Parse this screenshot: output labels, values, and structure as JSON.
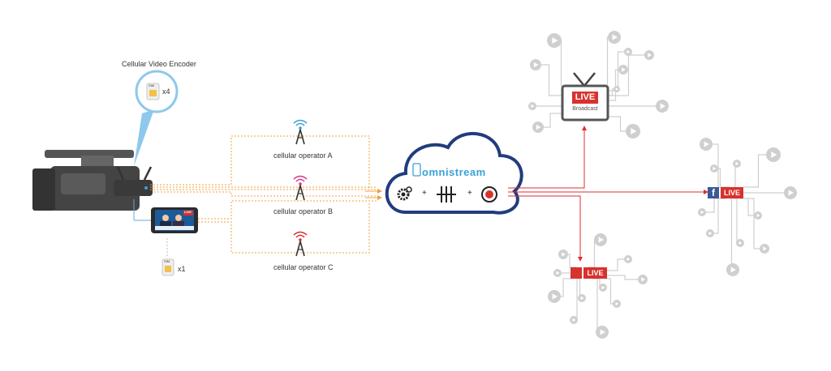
{
  "encoder": {
    "label": "Cellular Video Encoder",
    "sim_count": "x4",
    "sim_text": "SIM"
  },
  "phone": {
    "live_badge": "LIVE",
    "sim_count": "x1",
    "sim_text": "SIM"
  },
  "operators": [
    {
      "label": "cellular operator A",
      "color": "#3aa0d8"
    },
    {
      "label": "cellular operator B",
      "color": "#d6388a"
    },
    {
      "label": "cellular operator C",
      "color": "#d8322e"
    }
  ],
  "cloud": {
    "brand": "omnistream",
    "plus": "+"
  },
  "destinations": {
    "broadcast": {
      "badge": "LIVE",
      "sub": "Broadcast"
    },
    "facebook": {
      "badge": "LIVE",
      "icon": "f"
    },
    "youtube": {
      "badge": "LIVE"
    }
  },
  "colors": {
    "orange_link": "#f2a03c",
    "red_link": "#d8322e",
    "cloud_stroke": "#213c7e",
    "brand_blue": "#3aa0d8",
    "grey_node": "#cfcfcf",
    "live_red": "#d8322e",
    "fb_blue": "#3b5998"
  }
}
